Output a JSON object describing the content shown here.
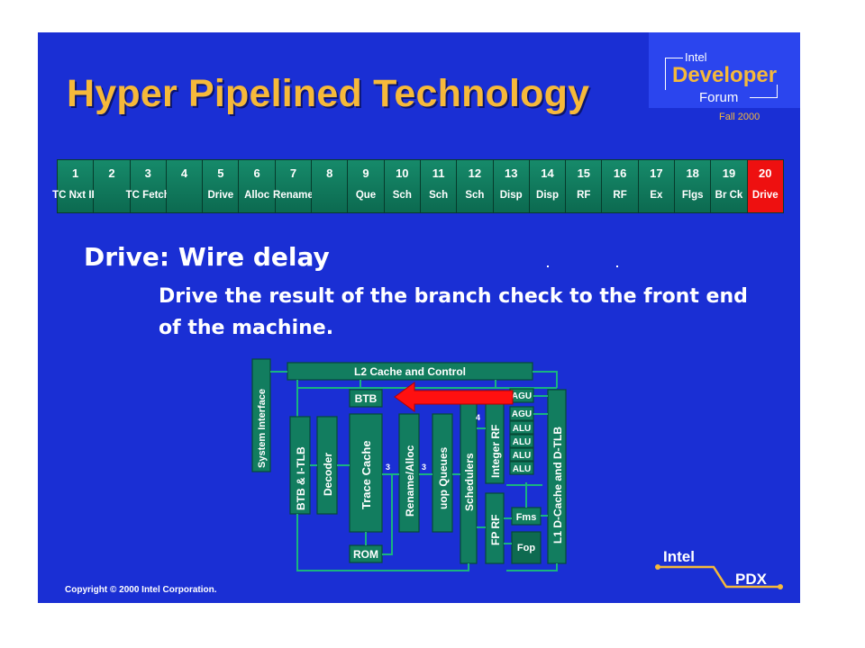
{
  "slide": {
    "title": "Hyper Pipelined Technology",
    "logo": {
      "intel": "Intel",
      "developer": "Developer",
      "forum": "Forum",
      "season": "Fall 2000"
    },
    "pipeline": [
      {
        "num": "1",
        "label": "TC Nxt IP"
      },
      {
        "num": "2",
        "label": ""
      },
      {
        "num": "3",
        "label": "TC Fetch"
      },
      {
        "num": "4",
        "label": ""
      },
      {
        "num": "5",
        "label": "Drive"
      },
      {
        "num": "6",
        "label": "Alloc"
      },
      {
        "num": "7",
        "label": "Rename"
      },
      {
        "num": "8",
        "label": ""
      },
      {
        "num": "9",
        "label": "Que"
      },
      {
        "num": "10",
        "label": "Sch"
      },
      {
        "num": "11",
        "label": "Sch"
      },
      {
        "num": "12",
        "label": "Sch"
      },
      {
        "num": "13",
        "label": "Disp"
      },
      {
        "num": "14",
        "label": "Disp"
      },
      {
        "num": "15",
        "label": "RF"
      },
      {
        "num": "16",
        "label": "RF"
      },
      {
        "num": "17",
        "label": "Ex"
      },
      {
        "num": "18",
        "label": "Flgs"
      },
      {
        "num": "19",
        "label": "Br Ck"
      },
      {
        "num": "20",
        "label": "Drive"
      }
    ],
    "highlight_stage": "20",
    "heading": "Drive: Wire delay",
    "body": "Drive the result of the branch check to the front end of the machine.",
    "copyright": "Copyright © 2000 Intel Corporation.",
    "pdx_logo": {
      "top": "Intel",
      "bottom": "PDX"
    }
  },
  "diagram": {
    "blocks": {
      "l2": "L2 Cache and Control",
      "sysif": "System Interface",
      "btb": "BTB",
      "btb_itlb": "BTB & I-TLB",
      "decoder": "Decoder",
      "trace": "Trace Cache",
      "rom": "ROM",
      "rename": "Rename/Alloc",
      "uop": "uop Queues",
      "sched": "Schedulers",
      "intrf": "Integer RF",
      "fprf": "FP RF",
      "agu1": "AGU",
      "agu2": "AGU",
      "alu1": "ALU",
      "alu2": "ALU",
      "alu3": "ALU",
      "alu4": "ALU",
      "fms": "Fms",
      "fop": "Fop",
      "l1": "L1 D-Cache and D-TLB"
    },
    "markers": {
      "m3a": "3",
      "m3b": "3",
      "m4": "4"
    }
  },
  "colors": {
    "background": "#1a2fd4",
    "title": "#f6b93a",
    "block": "#127d5f",
    "highlight": "#ee1010",
    "arrow": "#ff1010"
  }
}
